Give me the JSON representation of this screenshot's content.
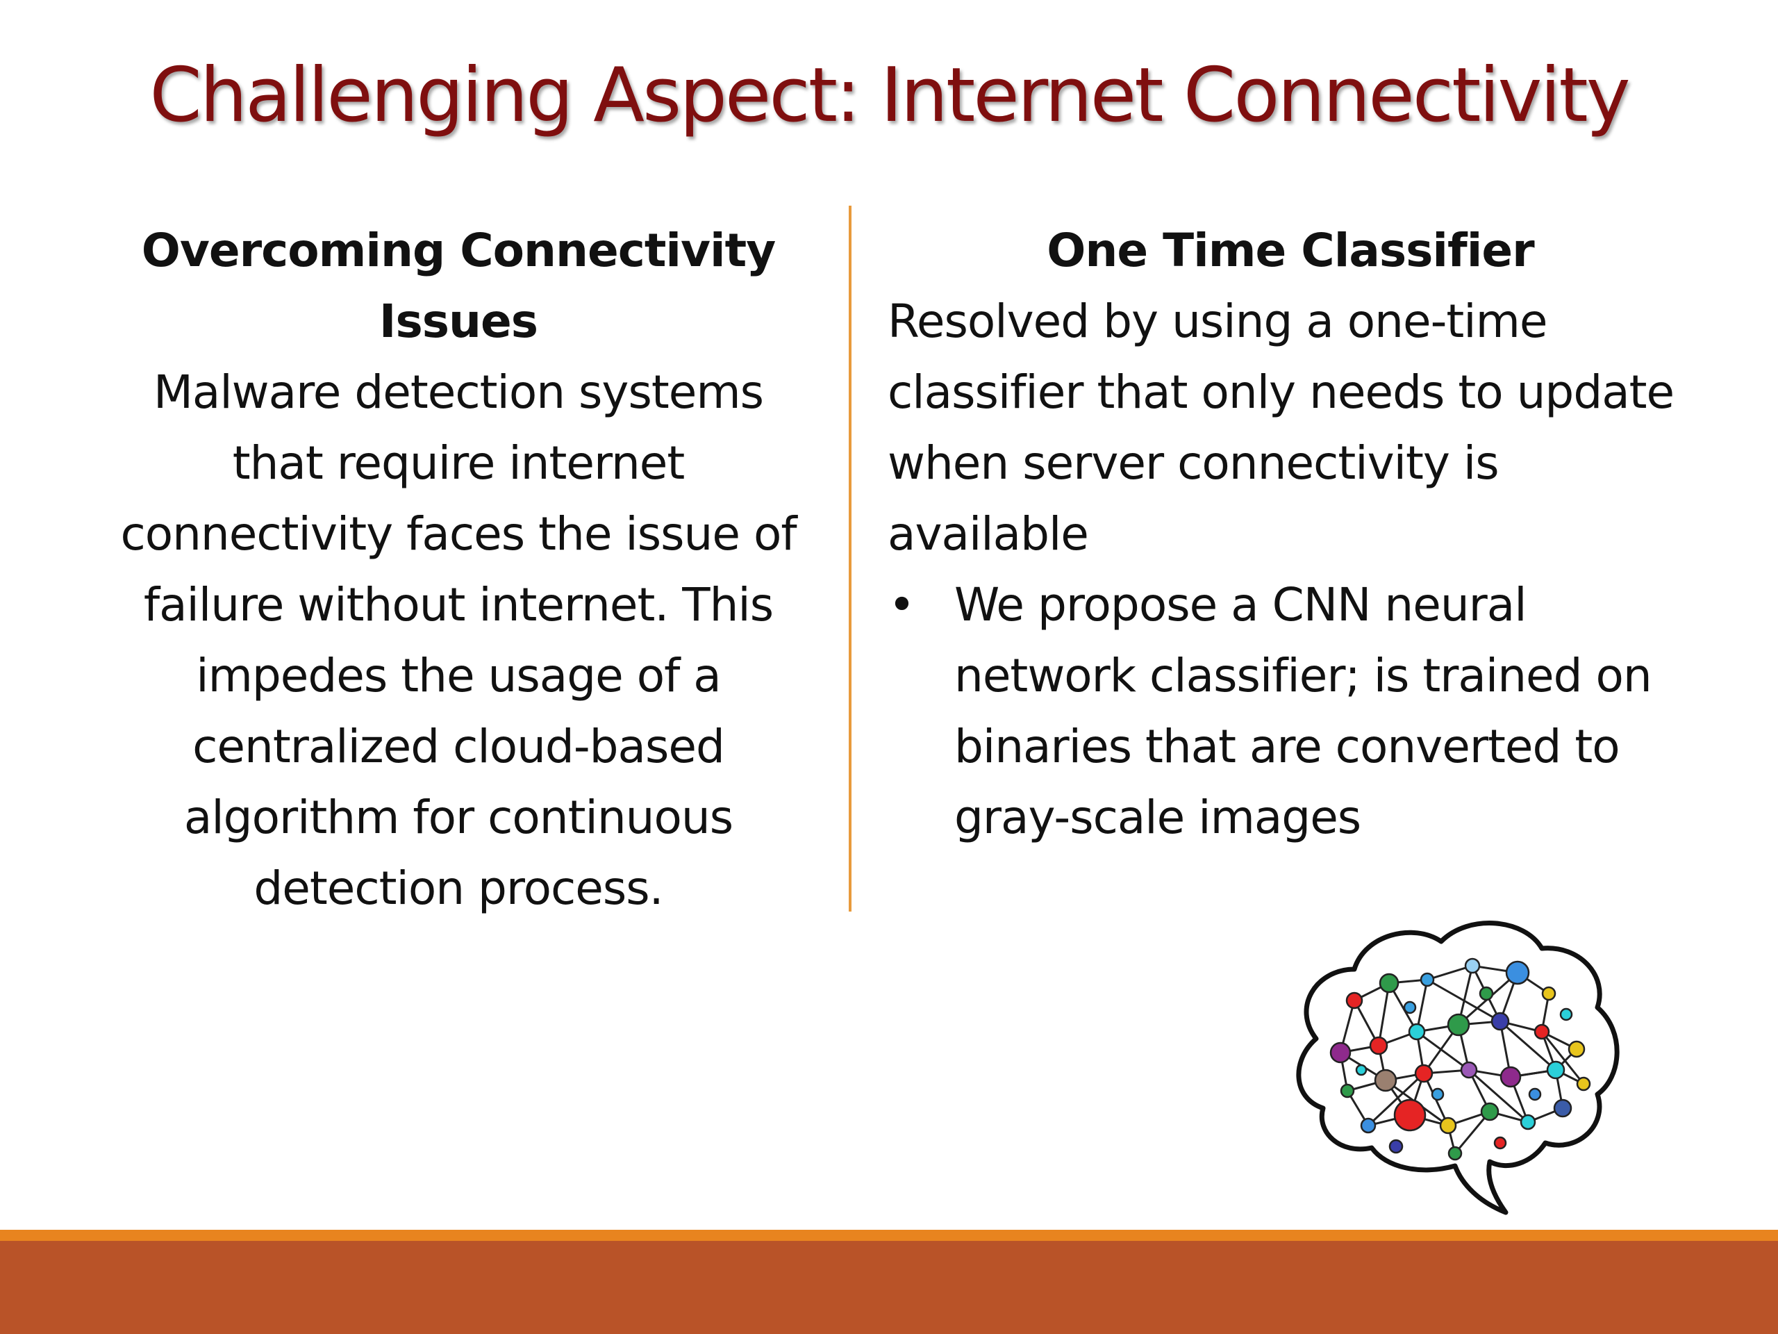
{
  "slide": {
    "title": "Challenging Aspect: Internet Connectivity",
    "left_column": {
      "heading": "Overcoming Connectivity Issues",
      "body": "Malware detection systems that require internet connectivity faces the issue of failure without internet. This impedes the usage of a centralized cloud-based algorithm for continuous detection process."
    },
    "right_column": {
      "heading": "One Time Classifier",
      "body": "Resolved by using a one-time classifier that only needs to update when server connectivity is available",
      "bullets": [
        {
          "marker": "•",
          "text": "We propose a CNN neural network classifier; is trained on binaries that are converted to gray-scale images"
        }
      ]
    },
    "illustration_icon": "brain-network-icon",
    "colors": {
      "title": "#7f0f0f",
      "divider": "#e89a3c",
      "footer_line": "#e8841f",
      "footer_bar": "#b95328"
    }
  }
}
